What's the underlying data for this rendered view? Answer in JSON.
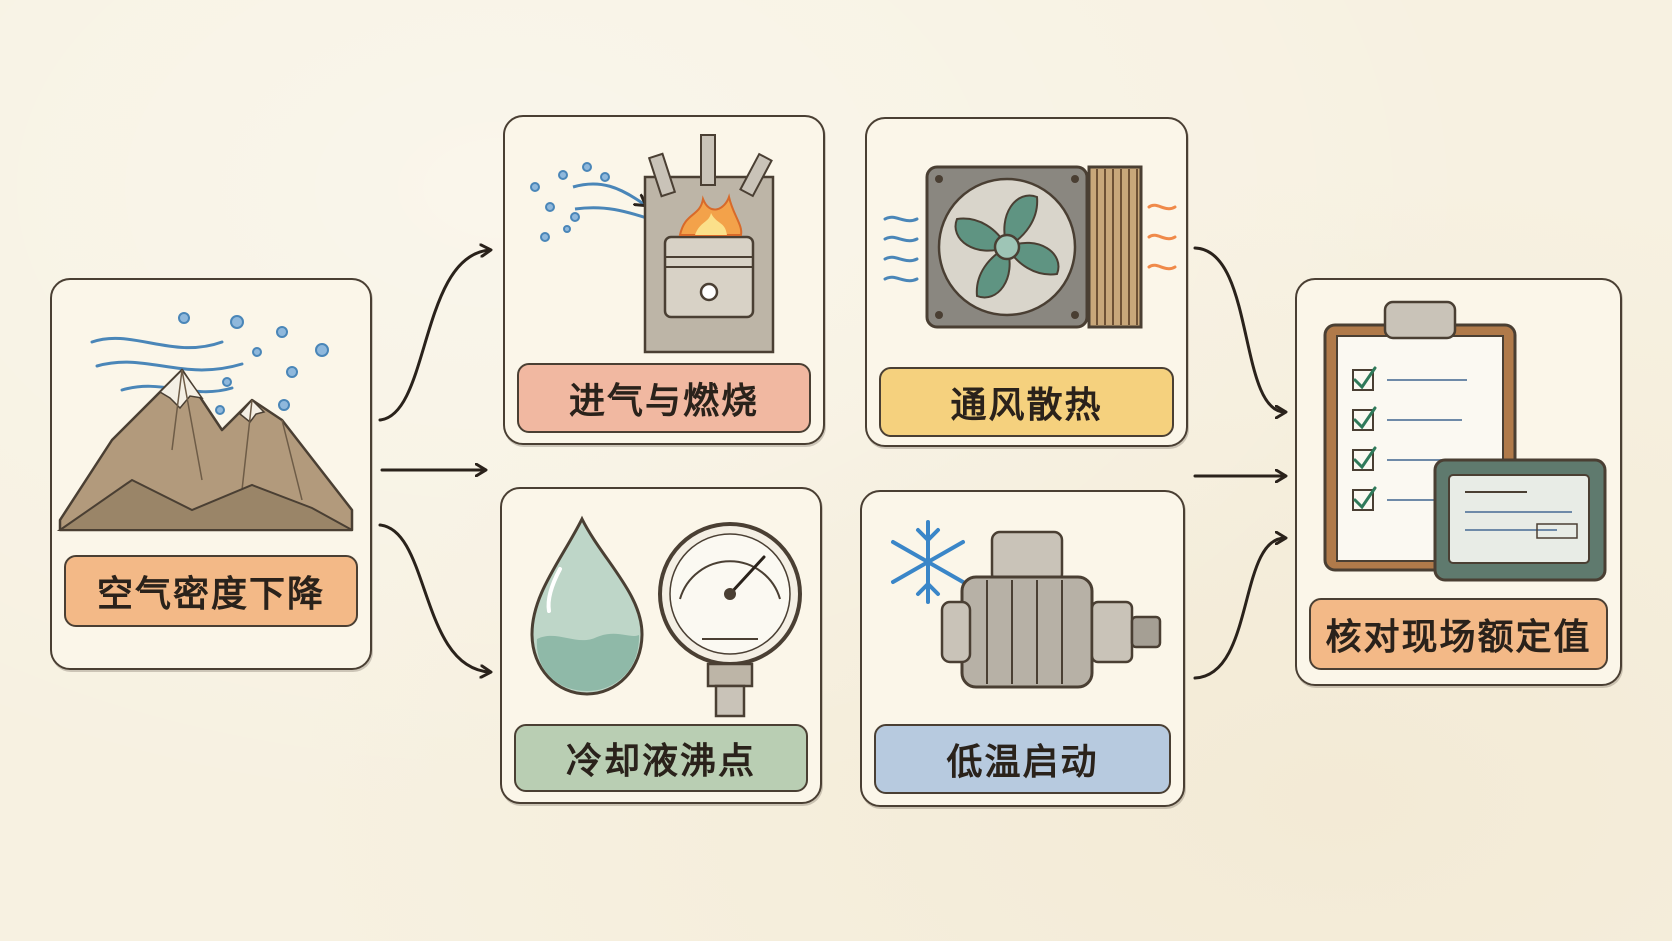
{
  "nodes": {
    "source": {
      "label": "空气密度下降",
      "icon": "mountain-icon"
    },
    "intake": {
      "label": "进气与燃烧",
      "icon": "engine-cylinder-icon"
    },
    "coolant": {
      "label": "冷却液沸点",
      "icon": "pressure-gauge-icon"
    },
    "cooling": {
      "label": "通风散热",
      "icon": "radiator-fan-icon"
    },
    "cold_start": {
      "label": "低温启动",
      "icon": "starter-motor-icon"
    },
    "result": {
      "label": "核对现场额定值",
      "icon": "clipboard-checklist-icon"
    }
  },
  "colors": {
    "background": "#f7f1e1",
    "outline": "#4a3f33",
    "orange": "#f3b987",
    "pink": "#f1b8a1",
    "yellow": "#f5d17e",
    "green": "#b9ceb3",
    "blue": "#b7cadf"
  }
}
